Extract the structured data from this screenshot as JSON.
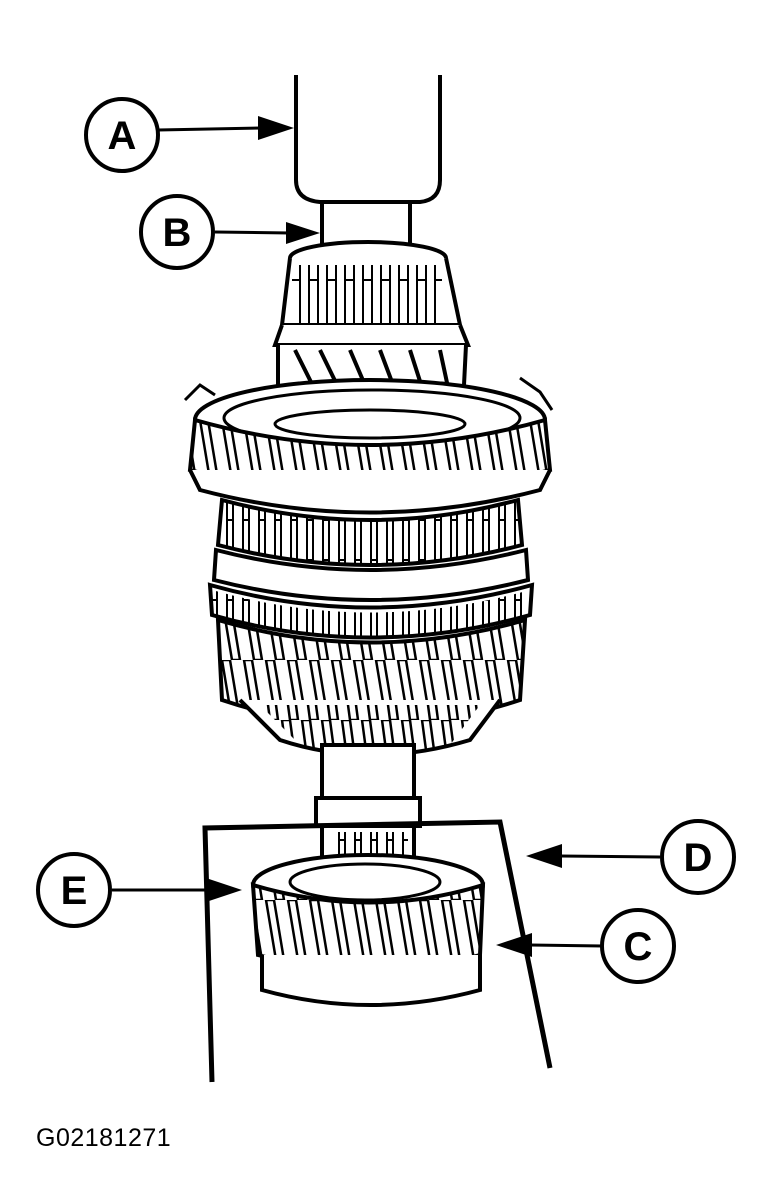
{
  "figure_id": "G02181271",
  "callouts": {
    "a": "A",
    "b": "B",
    "c": "C",
    "d": "D",
    "e": "E"
  },
  "colors": {
    "ink": "#000000",
    "paper": "#ffffff"
  }
}
